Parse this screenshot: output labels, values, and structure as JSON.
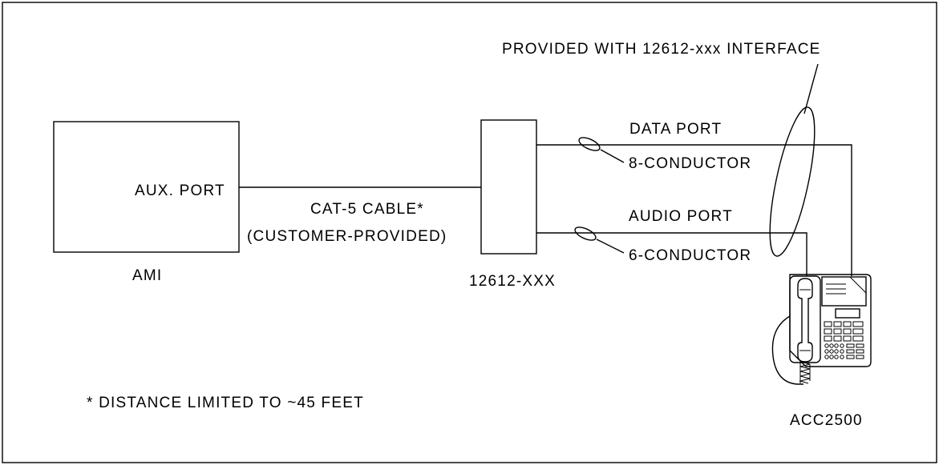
{
  "labels": {
    "provided_note": "PROVIDED WITH 12612-xxx INTERFACE",
    "data_port": "DATA PORT",
    "eight_conductor": "8-CONDUCTOR",
    "aux_port": "AUX. PORT",
    "cat5_cable": "CAT-5 CABLE*",
    "customer_provided": "(CUSTOMER-PROVIDED)",
    "audio_port": "AUDIO PORT",
    "six_conductor": "6-CONDUCTOR",
    "ami": "AMI",
    "interface_model": "12612-XXX",
    "footnote": "* DISTANCE LIMITED TO ~45 FEET",
    "phone_model": "ACC2500"
  }
}
